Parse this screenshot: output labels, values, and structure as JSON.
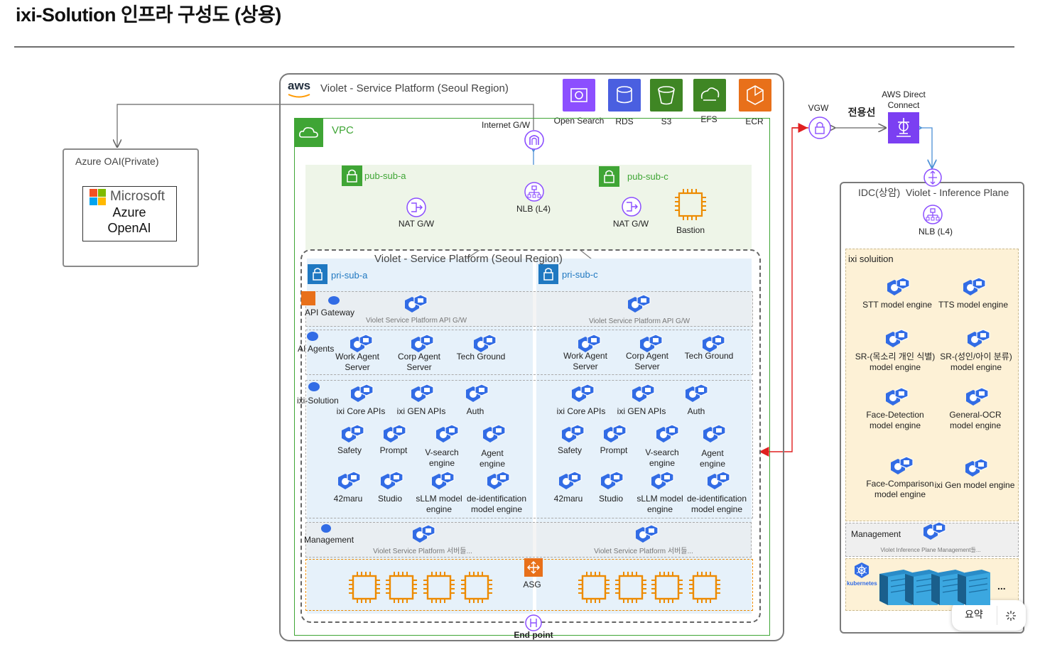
{
  "page": {
    "title": "ixi-Solution 인프라 구성도 (상용)"
  },
  "azure": {
    "box_label": "Azure OAI(Private)",
    "logo_line1": "Microsoft",
    "logo_line2": "Azure",
    "logo_line3": "OpenAI"
  },
  "aws": {
    "logo": "aws",
    "region_label": "Violet - Service Platform (Seoul Region)",
    "vpc_label": "VPC",
    "internet_gw": "Internet G/W",
    "services": [
      "Open Search",
      "RDS",
      "S3",
      "EFS",
      "ECR"
    ],
    "pub_sub_a": "pub-sub-a",
    "pub_sub_c": "pub-sub-c",
    "nlb": "NLB (L4)",
    "nat_gw": "NAT G/W",
    "bastion": "Bastion",
    "inner_region_label": "Violet - Service Platform (Seoul Region)",
    "pri_sub_a": "pri-sub-a",
    "pri_sub_c": "pri-sub-c",
    "api_gateway": "API Gateway",
    "api_gw_node": "Violet Service Platform API G/W",
    "ai_agents": "AI Agents",
    "agent_nodes": [
      {
        "line1": "Work Agent",
        "line2": "Server"
      },
      {
        "line1": "Corp Agent",
        "line2": "Server"
      },
      {
        "line1": "Tech Ground",
        "line2": ""
      }
    ],
    "ixi_solution": "ixi-Solution",
    "solution_nodes": [
      {
        "line1": "ixi Core APIs",
        "line2": ""
      },
      {
        "line1": "ixi GEN APIs",
        "line2": ""
      },
      {
        "line1": "Auth",
        "line2": ""
      },
      {
        "line1": "Safety",
        "line2": ""
      },
      {
        "line1": "Prompt",
        "line2": ""
      },
      {
        "line1": "V-search",
        "line2": "engine"
      },
      {
        "line1": "Agent",
        "line2": "engine"
      },
      {
        "line1": "42maru",
        "line2": ""
      },
      {
        "line1": "Studio",
        "line2": ""
      },
      {
        "line1": "sLLM model",
        "line2": "engine"
      },
      {
        "line1": "de-identification",
        "line2": "model engine"
      }
    ],
    "management": "Management",
    "mgmt_node": "Violet Service Platform 서버들...",
    "asg": "ASG",
    "endpoint": "End point"
  },
  "direct": {
    "vgw": "VGW",
    "dedicated_line": "전용선",
    "direct_connect_line1": "AWS Direct",
    "direct_connect_line2": "Connect"
  },
  "idc": {
    "title_prefix": "IDC(상암)",
    "title": "Violet - Inference Plane",
    "nlb": "NLB (L4)",
    "solution_label": "ixi soluition",
    "engines": [
      {
        "line1": "STT model engine",
        "line2": ""
      },
      {
        "line1": "TTS model engine",
        "line2": ""
      },
      {
        "line1": "SR-(목소리 개인 식별)",
        "line2": "model engine"
      },
      {
        "line1": "SR-(성인/아이 분류)",
        "line2": "model engine"
      },
      {
        "line1": "Face-Detection",
        "line2": "model engine"
      },
      {
        "line1": "General-OCR",
        "line2": "model engine"
      },
      {
        "line1": "Face-Comparison",
        "line2": "model engine"
      },
      {
        "line1": "ixi Gen model engine",
        "line2": ""
      }
    ],
    "management": "Management",
    "mgmt_node": "Violet Inference Plane Management들...",
    "kubernetes": "kubernetes",
    "ellipsis": "..."
  },
  "summary_bubble": {
    "label": "요약",
    "icon": "sparkle-icon"
  },
  "colors": {
    "aws_border": "#7a7a7a",
    "vpc_green": "#3fa535",
    "subnet_blue": "#1f78c1",
    "k8s_blue": "#326ce5",
    "chip_orange": "#ed8b00",
    "red_link": "#e02020",
    "purple": "#8c4fff"
  }
}
